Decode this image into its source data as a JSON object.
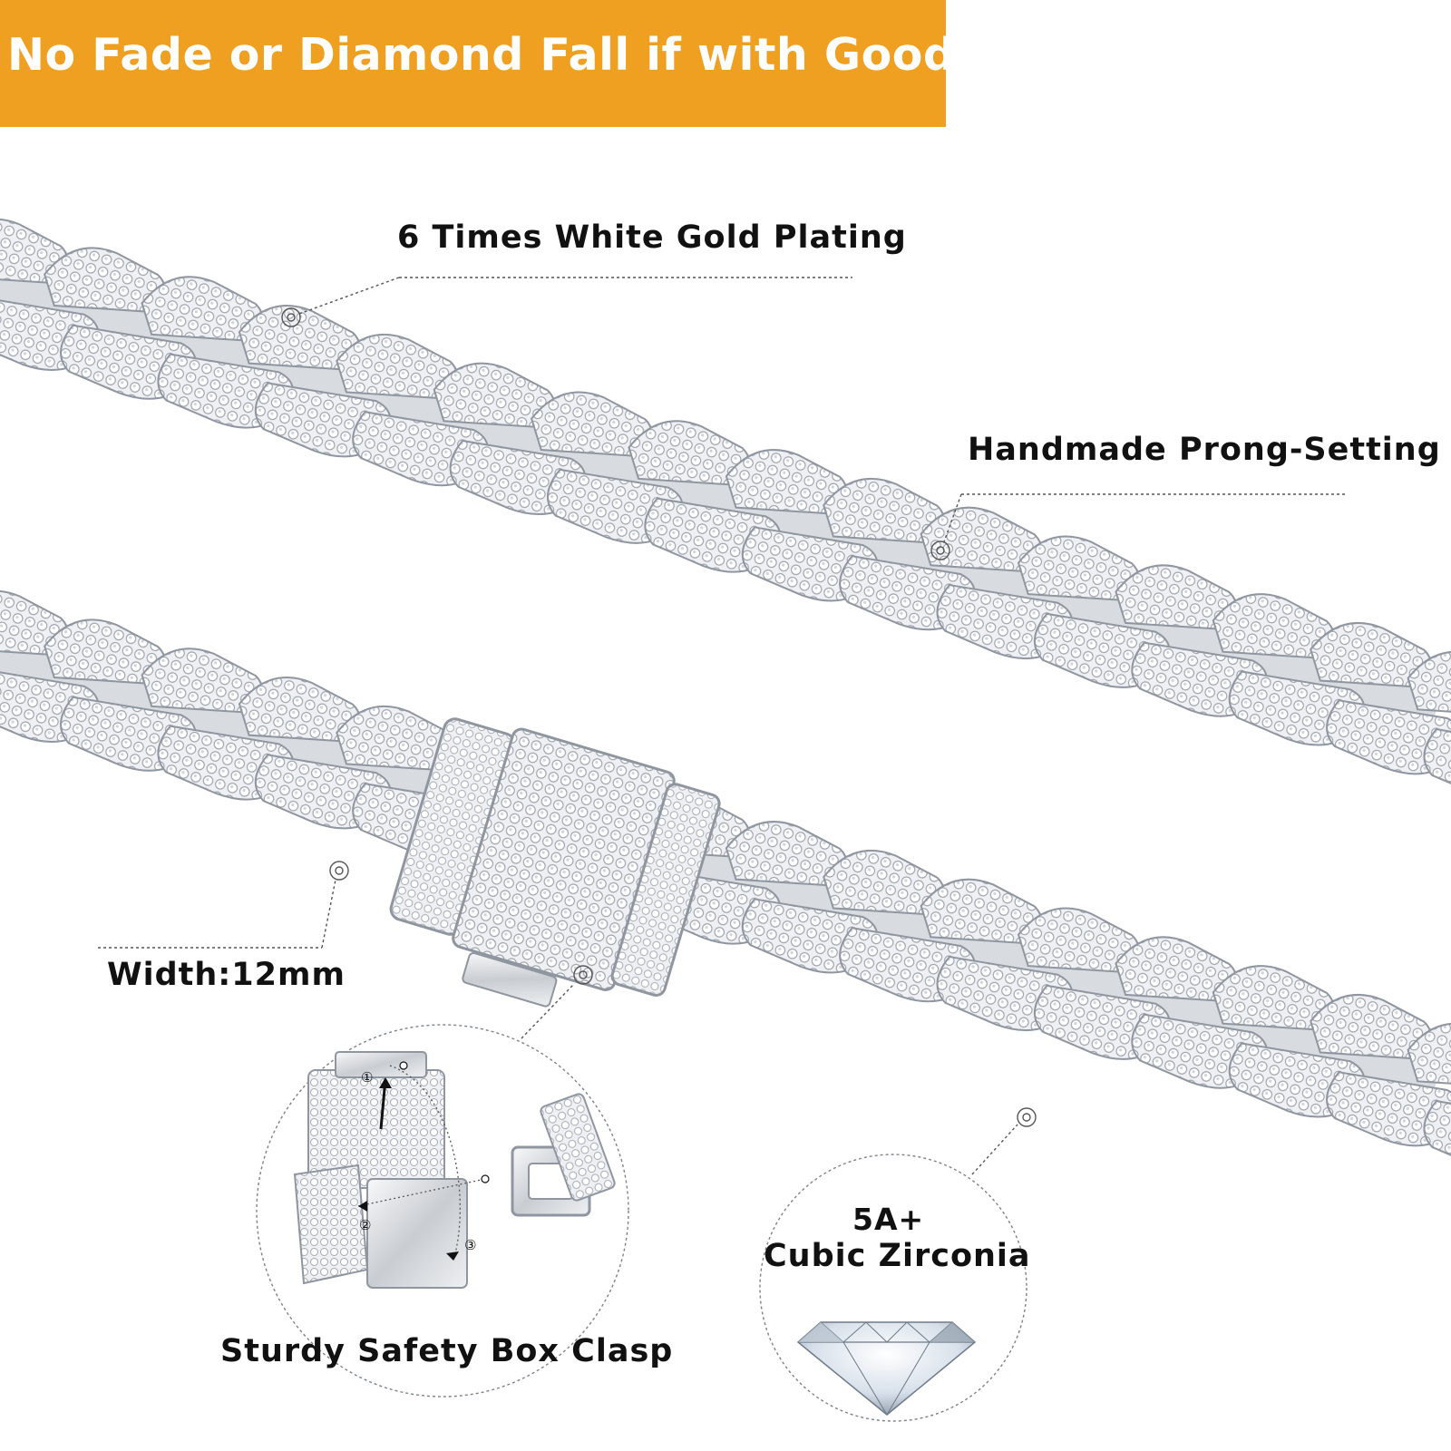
{
  "banner": {
    "text": "No Fade or Diamond Fall if with Good Care",
    "color": "#F0A020"
  },
  "callouts": {
    "plating": "6 Times White Gold Plating",
    "prong": "Handmade Prong-Setting",
    "width": "Width:12mm",
    "clasp": "Sturdy Safety Box Clasp",
    "zirconia_grade": "5A+",
    "zirconia_name": "Cubic Zirconia"
  },
  "clasp_steps": [
    "①",
    "②",
    "③"
  ]
}
